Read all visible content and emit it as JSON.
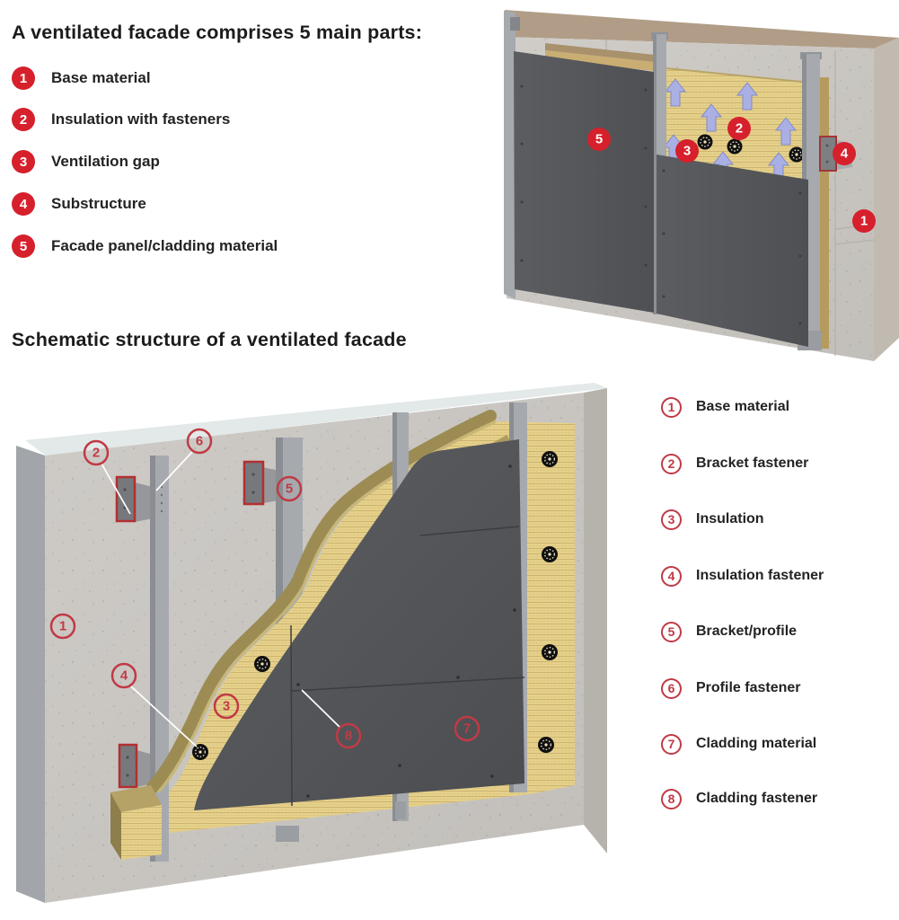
{
  "intro": {
    "title": "A ventilated facade comprises 5 main parts:",
    "items": [
      {
        "num": "1",
        "label": "Base material"
      },
      {
        "num": "2",
        "label": "Insulation with fasteners"
      },
      {
        "num": "3",
        "label": "Ventilation gap"
      },
      {
        "num": "4",
        "label": "Substructure"
      },
      {
        "num": "5",
        "label": "Facade panel/cladding material"
      }
    ]
  },
  "schematic": {
    "title": "Schematic structure of a ventilated facade",
    "legend": [
      {
        "num": "1",
        "label": "Base material"
      },
      {
        "num": "2",
        "label": "Bracket fastener"
      },
      {
        "num": "3",
        "label": "Insulation"
      },
      {
        "num": "4",
        "label": "Insulation fastener"
      },
      {
        "num": "5",
        "label": "Bracket/profile"
      },
      {
        "num": "6",
        "label": "Profile fastener"
      },
      {
        "num": "7",
        "label": "Cladding material"
      },
      {
        "num": "8",
        "label": "Cladding fastener"
      }
    ]
  },
  "diagram_top": {
    "callouts": [
      {
        "num": "5"
      },
      {
        "num": "3"
      },
      {
        "num": "2"
      },
      {
        "num": "4"
      },
      {
        "num": "1"
      }
    ]
  },
  "diagram_bottom": {
    "callouts": [
      {
        "num": "2"
      },
      {
        "num": "6"
      },
      {
        "num": "5"
      },
      {
        "num": "1"
      },
      {
        "num": "4"
      },
      {
        "num": "3"
      },
      {
        "num": "8"
      },
      {
        "num": "7"
      }
    ]
  },
  "colors": {
    "callout_filled": "#d6202c",
    "callout_outline": "#c03a45",
    "insulation": "#e7d28c",
    "cladding_panel": "#55575a",
    "concrete_wall": "#c9c6c2",
    "ventilation_arrow": "#aab0e4"
  }
}
